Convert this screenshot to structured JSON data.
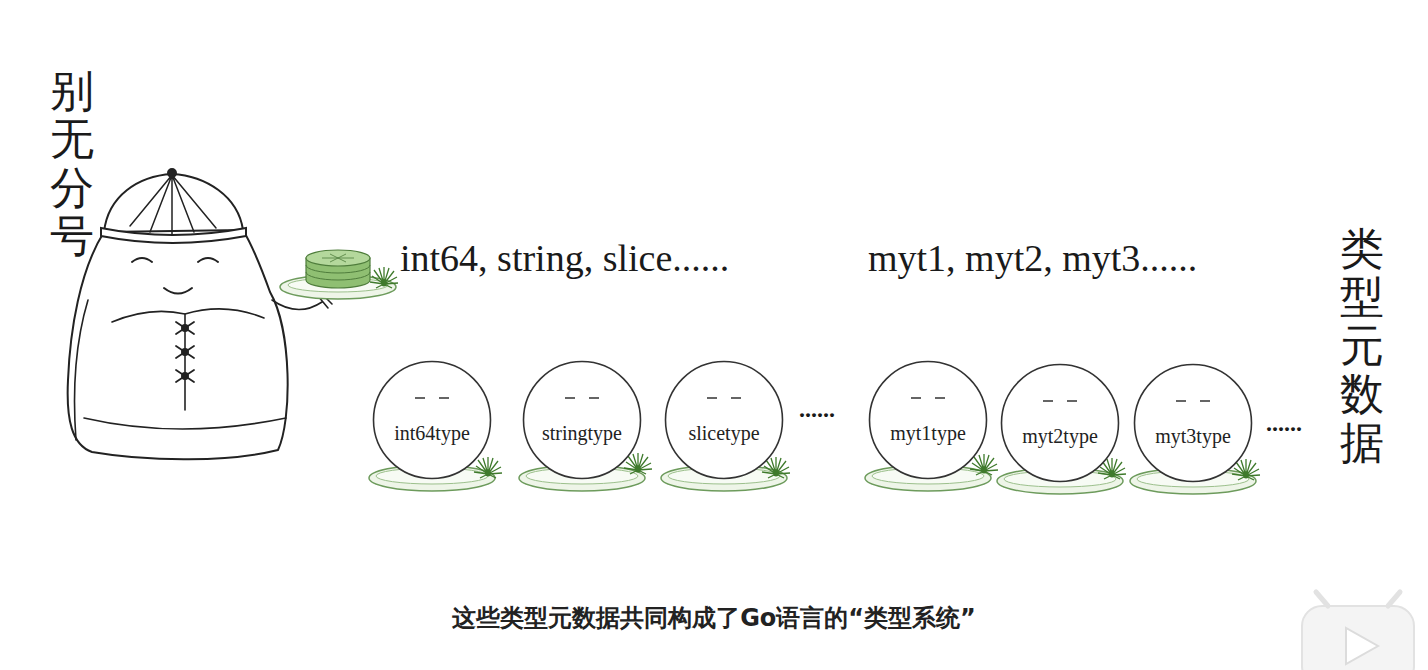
{
  "diagram": {
    "caption": "这些类型元数据共同构成了Go语言的“类型系统”",
    "nodes": [
      {
        "text": [
          "int64type"
        ]
      },
      {
        "text": [
          "stringtype"
        ]
      },
      {
        "text": [
          "slicetype"
        ]
      },
      {
        "text": [
          "myt1type"
        ]
      },
      {
        "text": [
          "myt2type"
        ]
      },
      {
        "text": [
          "myt3type"
        ]
      }
    ],
    "edges": [],
    "labels": [
      "别无分号",
      "int64, string, slice......",
      "myt1, myt2, myt3......",
      "......",
      "......",
      "类型元数据"
    ]
  }
}
